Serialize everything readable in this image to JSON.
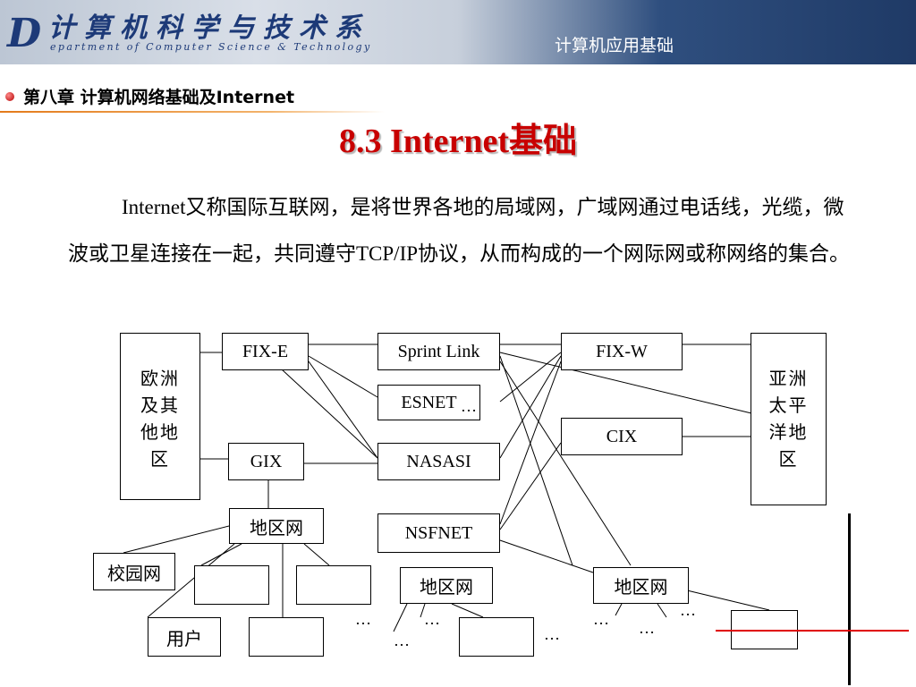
{
  "header": {
    "logo_letter": "D",
    "dept_cn": "计算机科学与技术系",
    "dept_en": "epartment of Computer Science & Technology",
    "course": "计算机应用基础"
  },
  "chapter": "第八章  计算机网络基础及Internet",
  "title": "8.3   Internet基础",
  "paragraph": "Internet又称国际互联网，是将世界各地的局域网，广域网通过电话线，光缆，微波或卫星连接在一起，共同遵守TCP/IP协议，从而构成的一个网际网或称网络的集合。",
  "diagram": {
    "europe": "欧洲及其他地区",
    "asia": "亚洲太平洋地区",
    "fix_e": "FIX-E",
    "sprint": "Sprint Link",
    "fix_w": "FIX-W",
    "esnet": "ESNET",
    "cix": "CIX",
    "gix": "GIX",
    "nasasi": "NASASI",
    "nsfnet": "NSFNET",
    "region_left": "地区网",
    "region_mid": "地区网",
    "region_right": "地区网",
    "campus": "校园网",
    "user": "用户",
    "ellipsis": "…"
  },
  "colors": {
    "title": "#c80000",
    "accent_line": "#e00000",
    "header_dark": "#1f3a66"
  }
}
